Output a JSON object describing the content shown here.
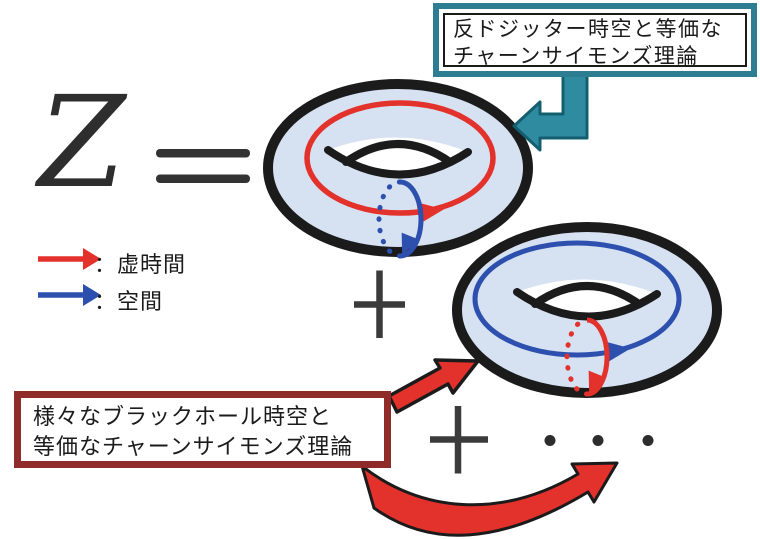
{
  "formula": {
    "symbol": "Z",
    "equals": "="
  },
  "boxes": {
    "ads": {
      "line1": "反ドジッター時空と等価な",
      "line2": "チャーンサイモンズ理論",
      "border_color": "#2c7d92"
    },
    "black_hole": {
      "line1": "様々なブラックホール時空と",
      "line2": "等価なチャーンサイモンズ理論",
      "border_color": "#8f2b29"
    }
  },
  "legend": {
    "imaginary_time": {
      "label": "：虚時間",
      "arrow_color": "#e3312b"
    },
    "space": {
      "label": "：空間",
      "arrow_color": "#2d50ae"
    }
  },
  "operators": {
    "plus": "+",
    "ellipsis": "・・・"
  },
  "toruses": [
    {
      "name": "thermal-ads-torus",
      "longitude_color": "#e3312b",
      "meridian_color": "#2d50ae"
    },
    {
      "name": "black-hole-torus",
      "longitude_color": "#2d50ae",
      "meridian_color": "#e3312b"
    }
  ],
  "colors": {
    "torus_fill": "#d6e1f2",
    "outline": "#1b1b1b",
    "red": "#e3312b",
    "blue": "#2d50ae",
    "teal_arrow_fill": "#2f8ba0",
    "teal_arrow_stroke": "#135f6f",
    "teal_box_border": "#2c7d92",
    "dark_red_box_border": "#8f2b29",
    "operator_gray": "#3b3b3b"
  }
}
